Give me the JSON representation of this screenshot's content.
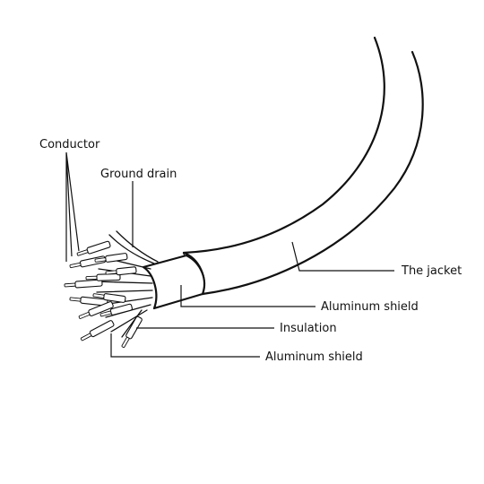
{
  "labels": {
    "conductor": "Conductor",
    "ground_drain": "Ground drain",
    "the_jacket": "The jacket",
    "aluminum_shield_outer": "Aluminum shield",
    "insulation": "Insulation",
    "aluminum_shield_inner": "Aluminum shield"
  },
  "colors": {
    "line": "#111111",
    "background": "#ffffff"
  }
}
